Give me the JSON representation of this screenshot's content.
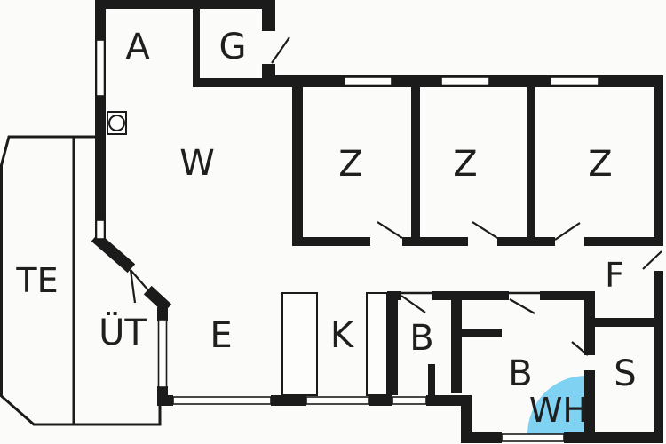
{
  "diagram": {
    "type": "floor-plan",
    "rooms": [
      {
        "key": "A",
        "label": "A"
      },
      {
        "key": "G",
        "label": "G"
      },
      {
        "key": "W",
        "label": "W"
      },
      {
        "key": "Z1",
        "label": "Z"
      },
      {
        "key": "Z2",
        "label": "Z"
      },
      {
        "key": "Z3",
        "label": "Z"
      },
      {
        "key": "TE",
        "label": "TE"
      },
      {
        "key": "UT",
        "label": "ÜT"
      },
      {
        "key": "E",
        "label": "E"
      },
      {
        "key": "K",
        "label": "K"
      },
      {
        "key": "B1",
        "label": "B"
      },
      {
        "key": "B2",
        "label": "B"
      },
      {
        "key": "F",
        "label": "F"
      },
      {
        "key": "S",
        "label": "S"
      },
      {
        "key": "WH",
        "label": "WH"
      }
    ],
    "icons": [
      {
        "name": "washing-machine-icon"
      },
      {
        "name": "door-swing-icon"
      },
      {
        "name": "window-icon"
      },
      {
        "name": "water-feature-quarter-circle"
      }
    ],
    "colors": {
      "wall": "#1b1b1b",
      "background": "#fbfbf9",
      "room_fill": "#fdfdfc",
      "water_feature": "#7fd2f2",
      "label_text": "#1f1f1f"
    }
  }
}
